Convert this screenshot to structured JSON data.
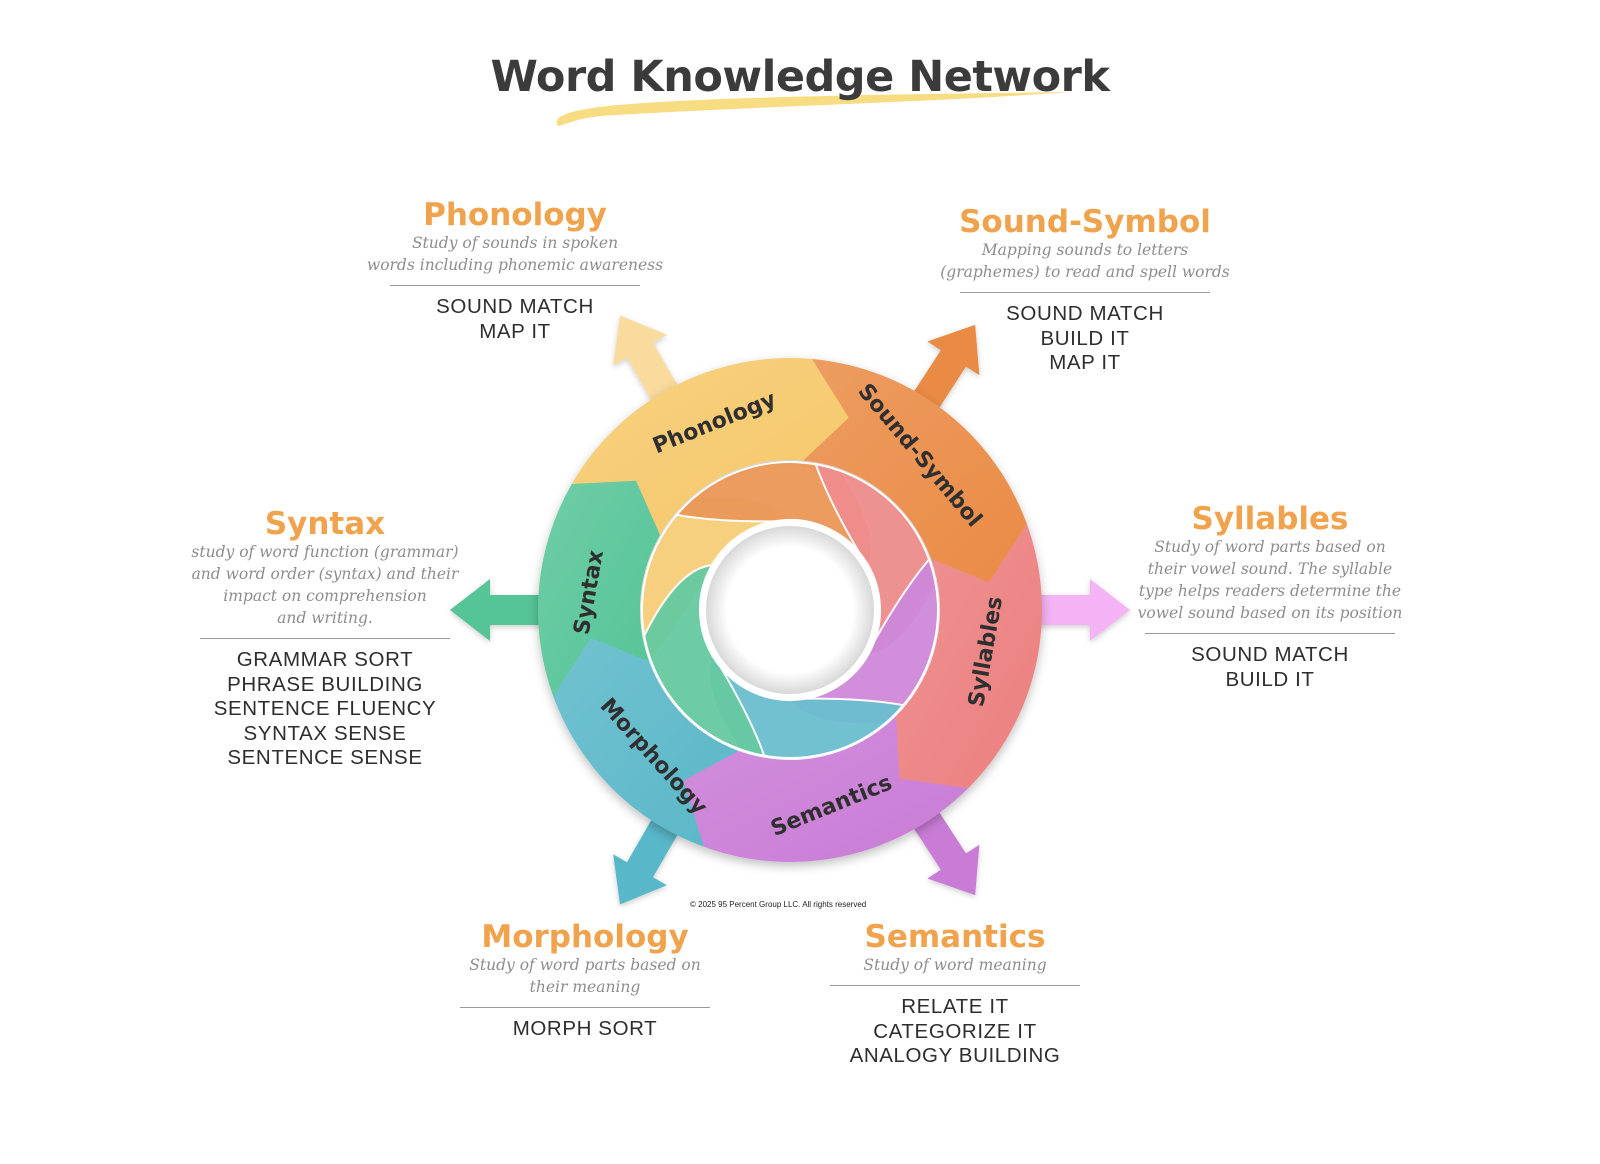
{
  "title": "Word Knowledge Network",
  "colors": {
    "title_underline": "#f6d873",
    "heading": "#f0a34c",
    "phonology": "#f6c86a",
    "sound_symbol": "#ea8b45",
    "syllables": "#ec7f7f",
    "semantics": "#c97bd6",
    "morphology": "#59b7c8",
    "syntax": "#55c497"
  },
  "segments": [
    {
      "id": "phonology",
      "label": "Phonology",
      "icon": "arrow-up-left-icon"
    },
    {
      "id": "sound_symbol",
      "label": "Sound-Symbol",
      "icon": "arrow-up-right-icon"
    },
    {
      "id": "syllables",
      "label": "Syllables",
      "icon": "arrow-right-icon"
    },
    {
      "id": "semantics",
      "label": "Semantics",
      "icon": "arrow-down-right-icon"
    },
    {
      "id": "morphology",
      "label": "Morphology",
      "icon": "arrow-down-left-icon"
    },
    {
      "id": "syntax",
      "label": "Syntax",
      "icon": "arrow-left-icon"
    }
  ],
  "panels": {
    "phonology": {
      "title": "Phonology",
      "description": "Study of sounds in spoken\nwords including phonemic awareness",
      "activities": [
        "SOUND MATCH",
        "MAP IT"
      ]
    },
    "sound_symbol": {
      "title": "Sound-Symbol",
      "description": "Mapping sounds to letters\n(graphemes) to read and spell words",
      "activities": [
        "SOUND MATCH",
        "BUILD IT",
        "MAP IT"
      ]
    },
    "syntax": {
      "title": "Syntax",
      "description": "study of word function (grammar)\nand word order (syntax) and their\nimpact on comprehension\nand writing.",
      "activities": [
        "GRAMMAR SORT",
        "PHRASE BUILDING",
        "SENTENCE FLUENCY",
        "SYNTAX SENSE",
        "SENTENCE SENSE"
      ]
    },
    "syllables": {
      "title": "Syllables",
      "description": "Study of word parts based on\ntheir vowel sound. The syllable\ntype helps readers determine the\nvowel sound based on its position",
      "activities": [
        "SOUND MATCH",
        "BUILD IT"
      ]
    },
    "morphology": {
      "title": "Morphology",
      "description": "Study of word parts based on\ntheir meaning",
      "activities": [
        "MORPH SORT"
      ]
    },
    "semantics": {
      "title": "Semantics",
      "description": "Study of word meaning",
      "activities": [
        "RELATE IT",
        "CATEGORIZE IT",
        "ANALOGY BUILDING"
      ]
    }
  },
  "copyright": "© 2025 95 Percent Group LLC. All rights reserved"
}
